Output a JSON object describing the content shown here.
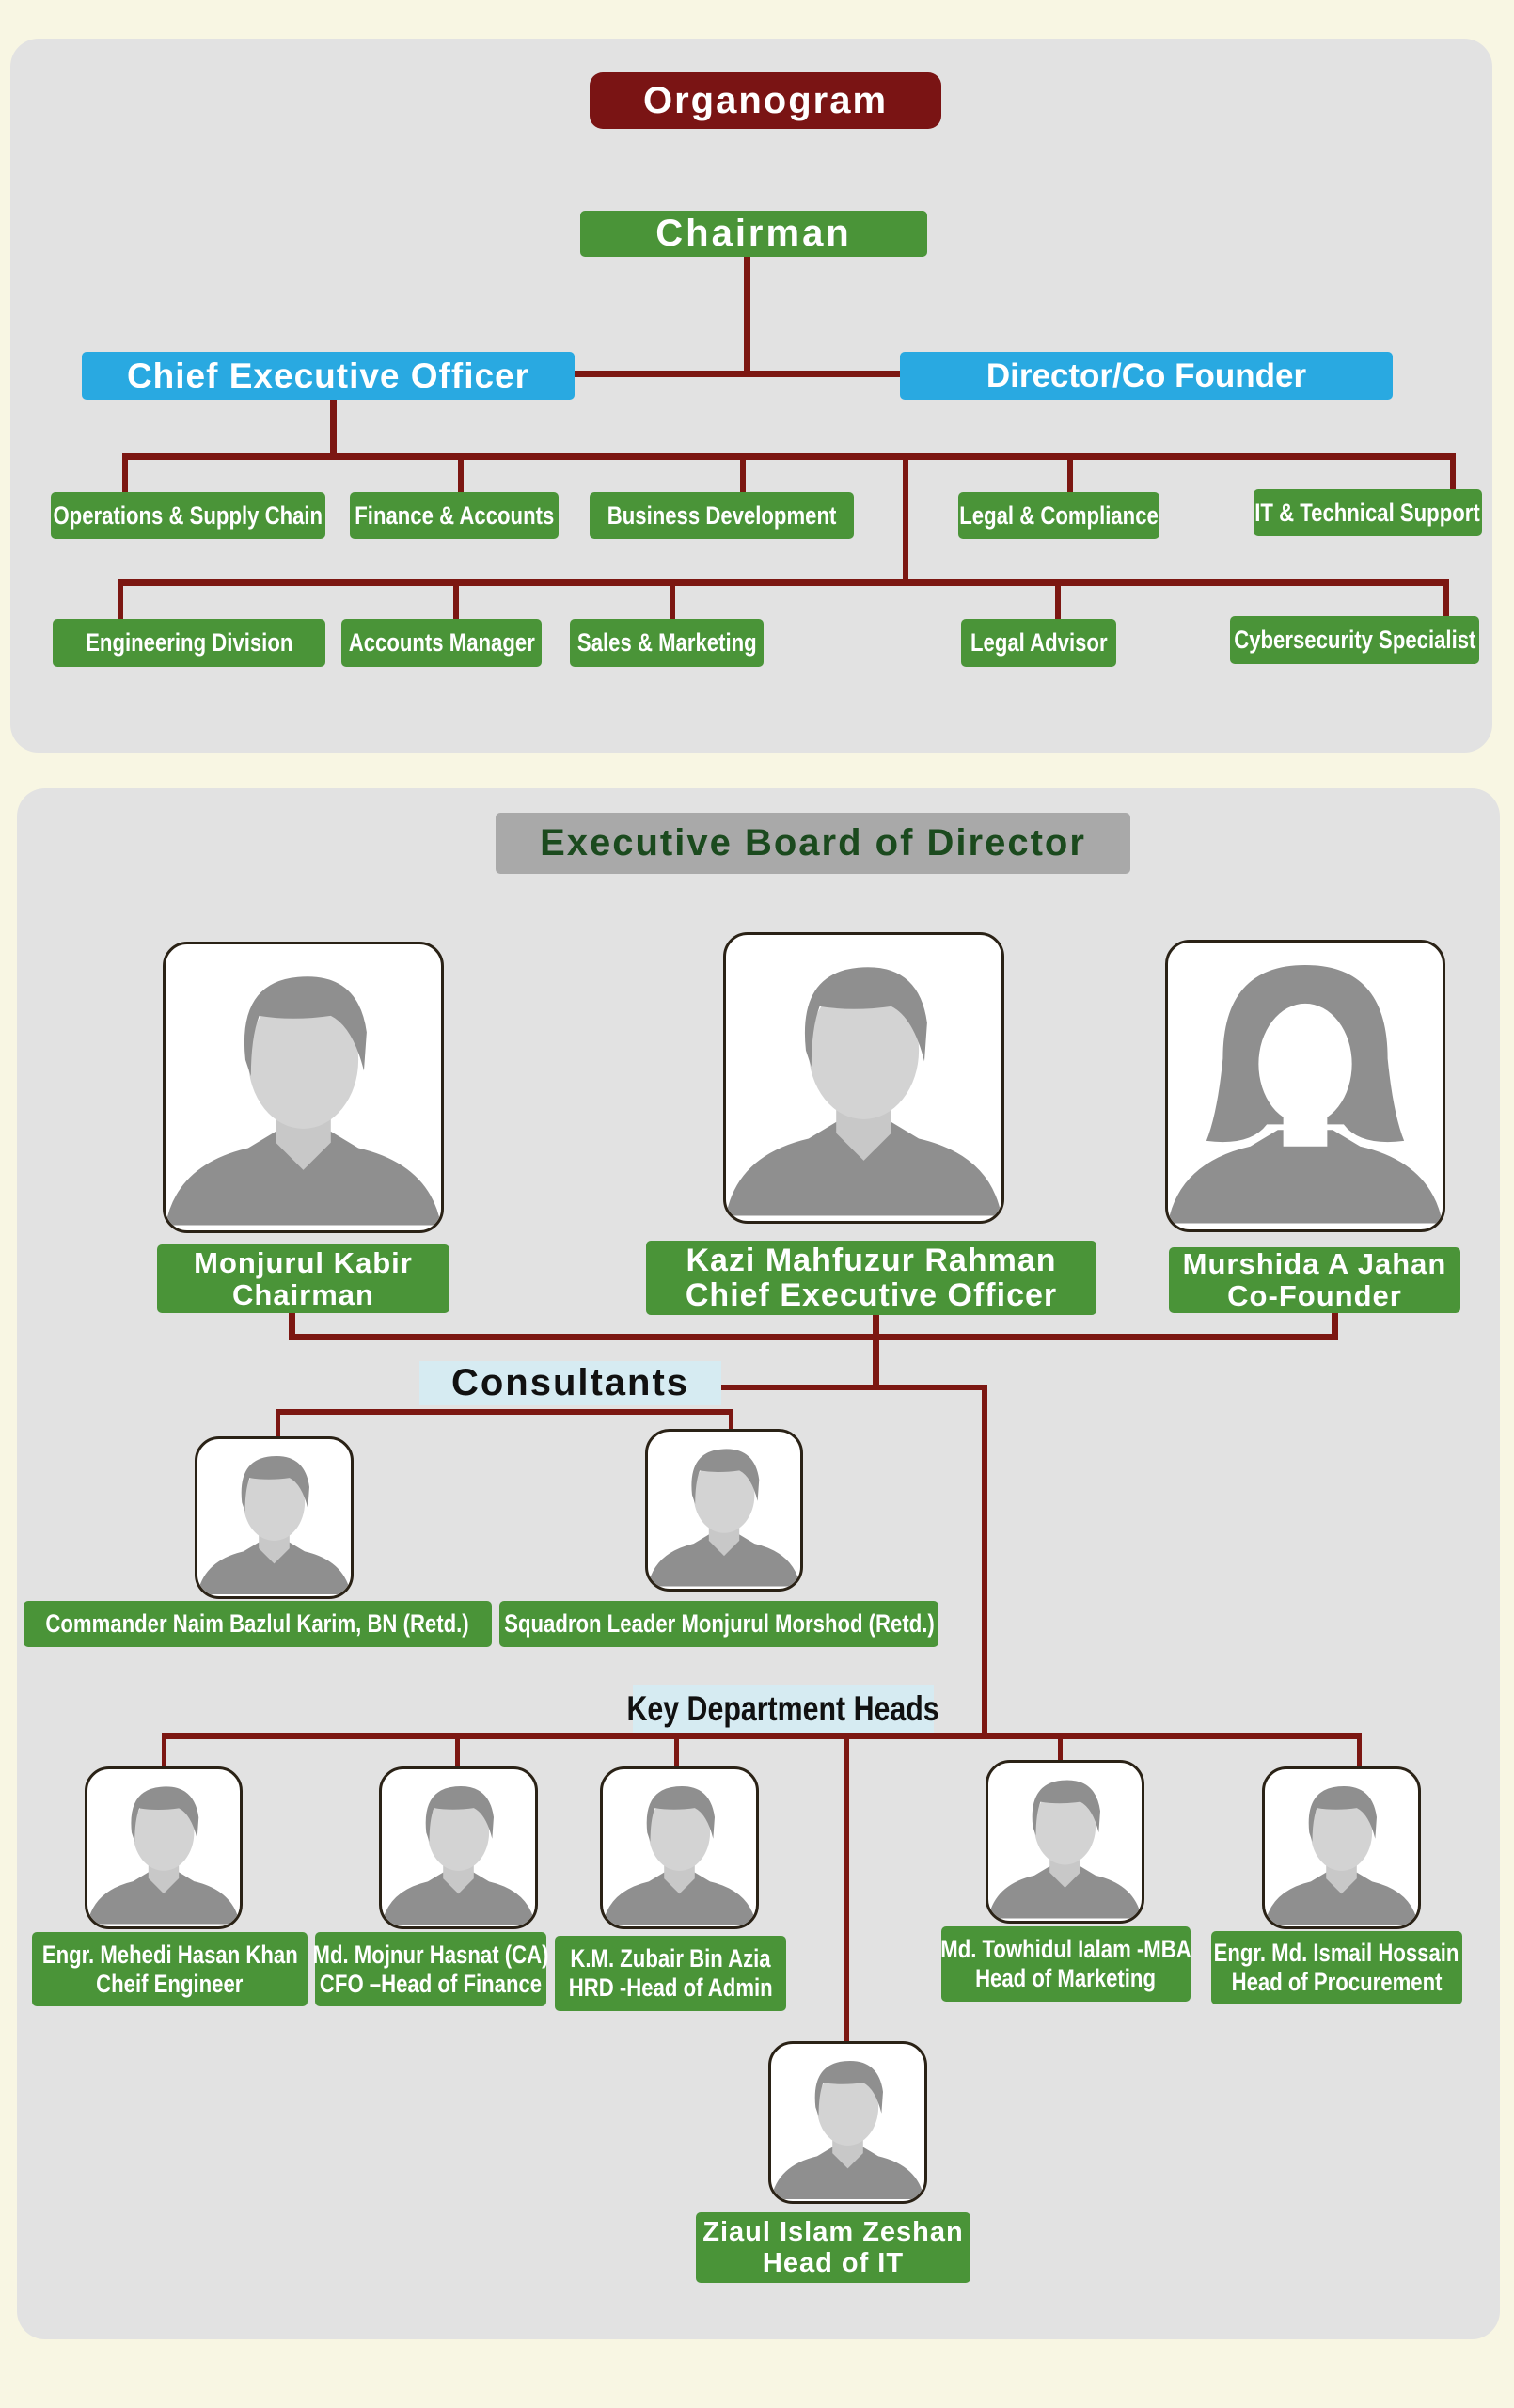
{
  "colors": {
    "connector": "#7c1712",
    "green": "#4a9438",
    "blue": "#29a9e1",
    "title_red": "#7a1414",
    "panel": "#e2e2e2",
    "background": "#f8f6e3"
  },
  "organogram": {
    "title": "Organogram",
    "chairman": "Chairman",
    "ceo": "Chief Executive Officer",
    "director": "Director/Co Founder",
    "row1": [
      "Operations & Supply Chain",
      "Finance & Accounts",
      "Business Development",
      "Legal & Compliance",
      "IT & Technical Support"
    ],
    "row2": [
      "Engineering Division",
      "Accounts Manager",
      "Sales & Marketing",
      "Legal Advisor",
      "Cybersecurity Specialist"
    ]
  },
  "board": {
    "title": "Executive Board of Director",
    "directors": [
      {
        "name": "Monjurul Kabir",
        "role": "Chairman",
        "avatar": "male-avatar-icon"
      },
      {
        "name": "Kazi Mahfuzur Rahman",
        "role": "Chief Executive Officer",
        "avatar": "male-avatar-icon"
      },
      {
        "name": "Murshida A Jahan",
        "role": "Co-Founder",
        "avatar": "female-avatar-icon"
      }
    ],
    "consultants_label": "Consultants",
    "consultants": [
      {
        "name": "Commander Naim Bazlul Karim, BN (Retd.)"
      },
      {
        "name": "Squadron Leader Monjurul Morshod (Retd.)"
      }
    ],
    "heads_label": "Key Department Heads",
    "heads": [
      {
        "name": "Engr. Mehedi Hasan Khan",
        "role": "Cheif Engineer"
      },
      {
        "name": "Md. Mojnur Hasnat (CA)",
        "role": "CFO –Head of Finance"
      },
      {
        "name": "K.M. Zubair Bin Azia",
        "role": "HRD  -Head of Admin"
      },
      {
        "name": "Md. Towhidul Ialam -MBA",
        "role": "Head of Marketing"
      },
      {
        "name": "Engr. Md. Ismail Hossain",
        "role": "Head of Procurement"
      },
      {
        "name": "Ziaul Islam Zeshan",
        "role": "Head of IT"
      }
    ]
  }
}
